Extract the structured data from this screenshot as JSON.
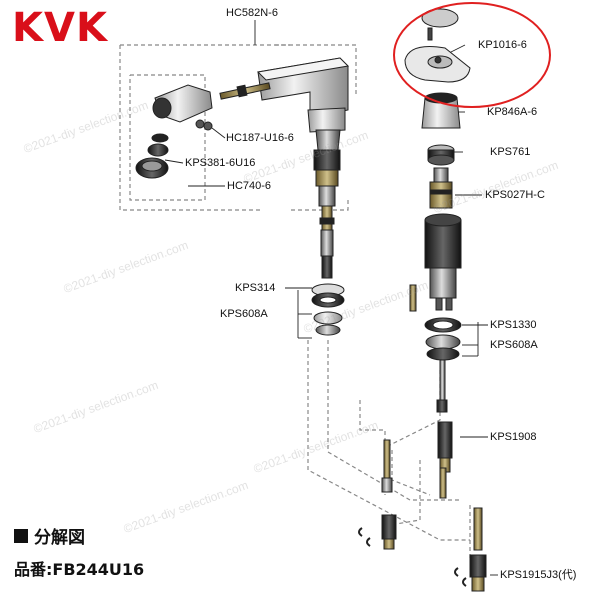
{
  "brand": {
    "logo_text": "KVK",
    "color": "#d90f1a"
  },
  "highlight_color": "#e02020",
  "parts": {
    "hc582n": "HC582N-6",
    "kp1016": "KP1016-6",
    "kp846a": "KP846A-6",
    "hc187": "HC187-U16-6",
    "kps761": "KPS761",
    "kps381": "KPS381-6U16",
    "hc740": "HC740-6",
    "kps027h": "KPS027H-C",
    "kps314": "KPS314",
    "kps608a_left": "KPS608A",
    "kps1330": "KPS1330",
    "kps608a_right": "KPS608A",
    "kps1908": "KPS1908",
    "kps1915j3": "KPS1915J3(代)"
  },
  "section_title": "分解図",
  "model_number": "品番:FB244U16",
  "watermark": "©2021-diy selection.com"
}
